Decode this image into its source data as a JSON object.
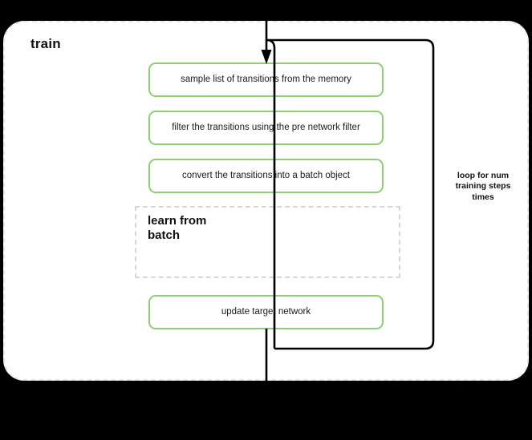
{
  "diagram": {
    "title": "train",
    "background_color": "#000000",
    "scope_fill": "#ffffff",
    "accent_green": "#8ece74",
    "connector_color": "#000000",
    "subscope_border_color": "#d6d6d6"
  },
  "scope": {
    "label": "train"
  },
  "steps": [
    {
      "id": "sample",
      "label": "sample list of transitions from the memory"
    },
    {
      "id": "filter",
      "label": "filter the transitions using the pre network filter"
    },
    {
      "id": "convert",
      "label": "convert the transitions into a batch object"
    },
    {
      "id": "update",
      "label": "update target network"
    }
  ],
  "subscope": {
    "label": "learn from batch",
    "line1": "learn from",
    "line2": "batch"
  },
  "loop": {
    "label": "loop for num training steps times",
    "line1": "loop for num",
    "line2": "training steps",
    "line3": "times"
  },
  "connectors": [
    {
      "id": "entry-arrow",
      "name": "top-input-arrow-into-sample-box"
    },
    {
      "id": "loop-back",
      "name": "loop-back-wire-right-side"
    },
    {
      "id": "exit-wire",
      "name": "bottom-output-wire"
    }
  ]
}
